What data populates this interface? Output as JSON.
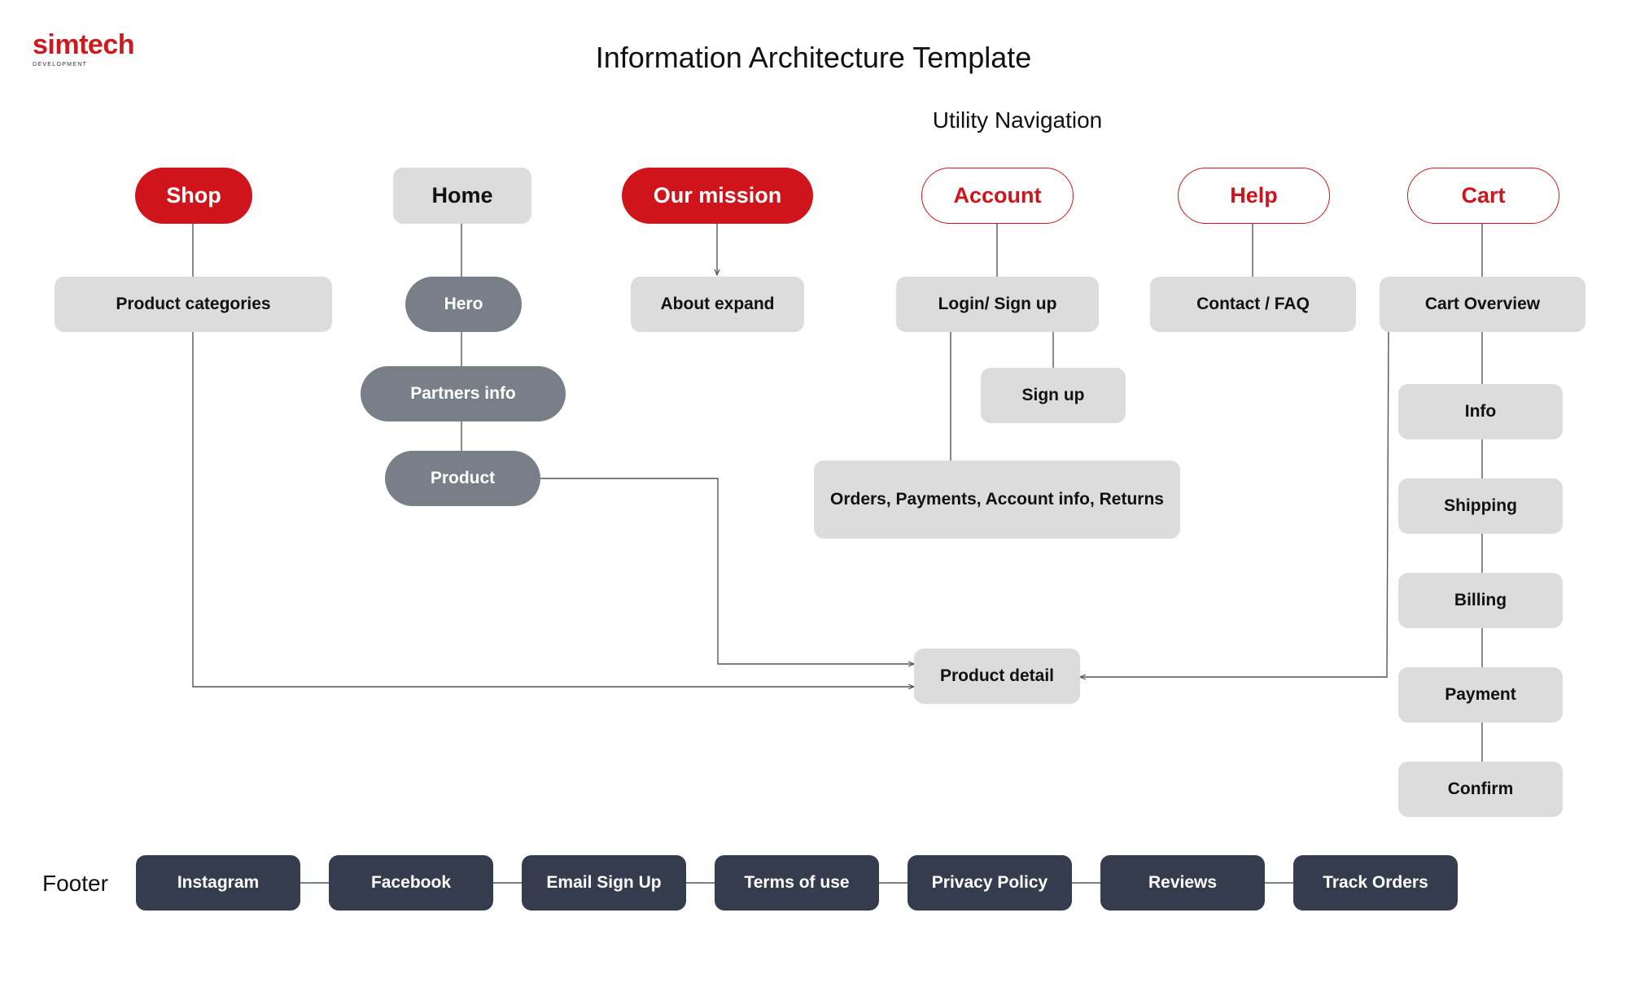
{
  "logo": {
    "wordmark": "simtech",
    "sub": "DEVELOPMENT"
  },
  "title": "Information Architecture Template",
  "utility_nav_label": "Utility Navigation",
  "footer_label": "Footer",
  "colors": {
    "accent_red": "#d0141c",
    "node_gray": "#dcdcdc",
    "pill_dark": "#797f88",
    "footer_navy": "#353c4d",
    "connector": "#555555"
  },
  "top_nav": {
    "shop": "Shop",
    "home": "Home",
    "mission": "Our mission",
    "account": "Account",
    "help": "Help",
    "cart": "Cart"
  },
  "nodes": {
    "product_categories": "Product categories",
    "hero": "Hero",
    "partners_info": "Partners info",
    "product": "Product",
    "about_expand": "About expand",
    "login_signup": "Login/ Sign up",
    "sign_up": "Sign up",
    "orders": "Orders, Payments, Account info, Returns",
    "contact_faq": "Contact / FAQ",
    "cart_overview": "Cart Overview",
    "info": "Info",
    "shipping": "Shipping",
    "billing": "Billing",
    "payment": "Payment",
    "confirm": "Confirm",
    "product_detail": "Product detail"
  },
  "footer": [
    "Instagram",
    "Facebook",
    "Email Sign Up",
    "Terms of use",
    "Privacy Policy",
    "Reviews",
    "Track Orders"
  ]
}
